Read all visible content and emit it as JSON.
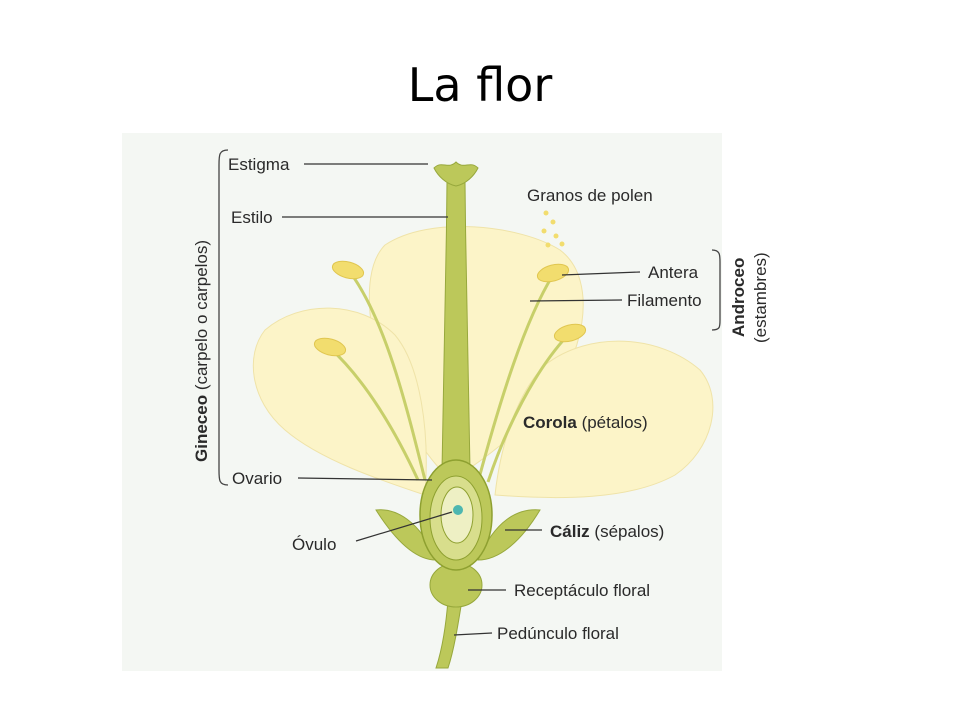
{
  "title": "La flor",
  "labels": {
    "estigma": "Estigma",
    "estilo": "Estilo",
    "ovario": "Ovario",
    "ovulo": "Óvulo",
    "granos": "Granos de polen",
    "antera": "Antera",
    "filamento": "Filamento",
    "corola_bold": "Corola",
    "corola_rest": " (pétalos)",
    "caliz_bold": "Cáliz",
    "caliz_rest": " (sépalos)",
    "receptaculo": "Receptáculo floral",
    "pedunculo": "Pedúnculo floral",
    "gineceo_bold": "Gineceo",
    "gineceo_rest": " (carpelo o carpelos)",
    "androceo_bold": "Androceo",
    "androceo_rest": "(estambres)"
  },
  "colors": {
    "petal": "#fcf4c8",
    "green": "#bcc85a",
    "dark_green": "#8ea030",
    "anther": "#f2dd6e",
    "ovule": "#4db7b0"
  }
}
